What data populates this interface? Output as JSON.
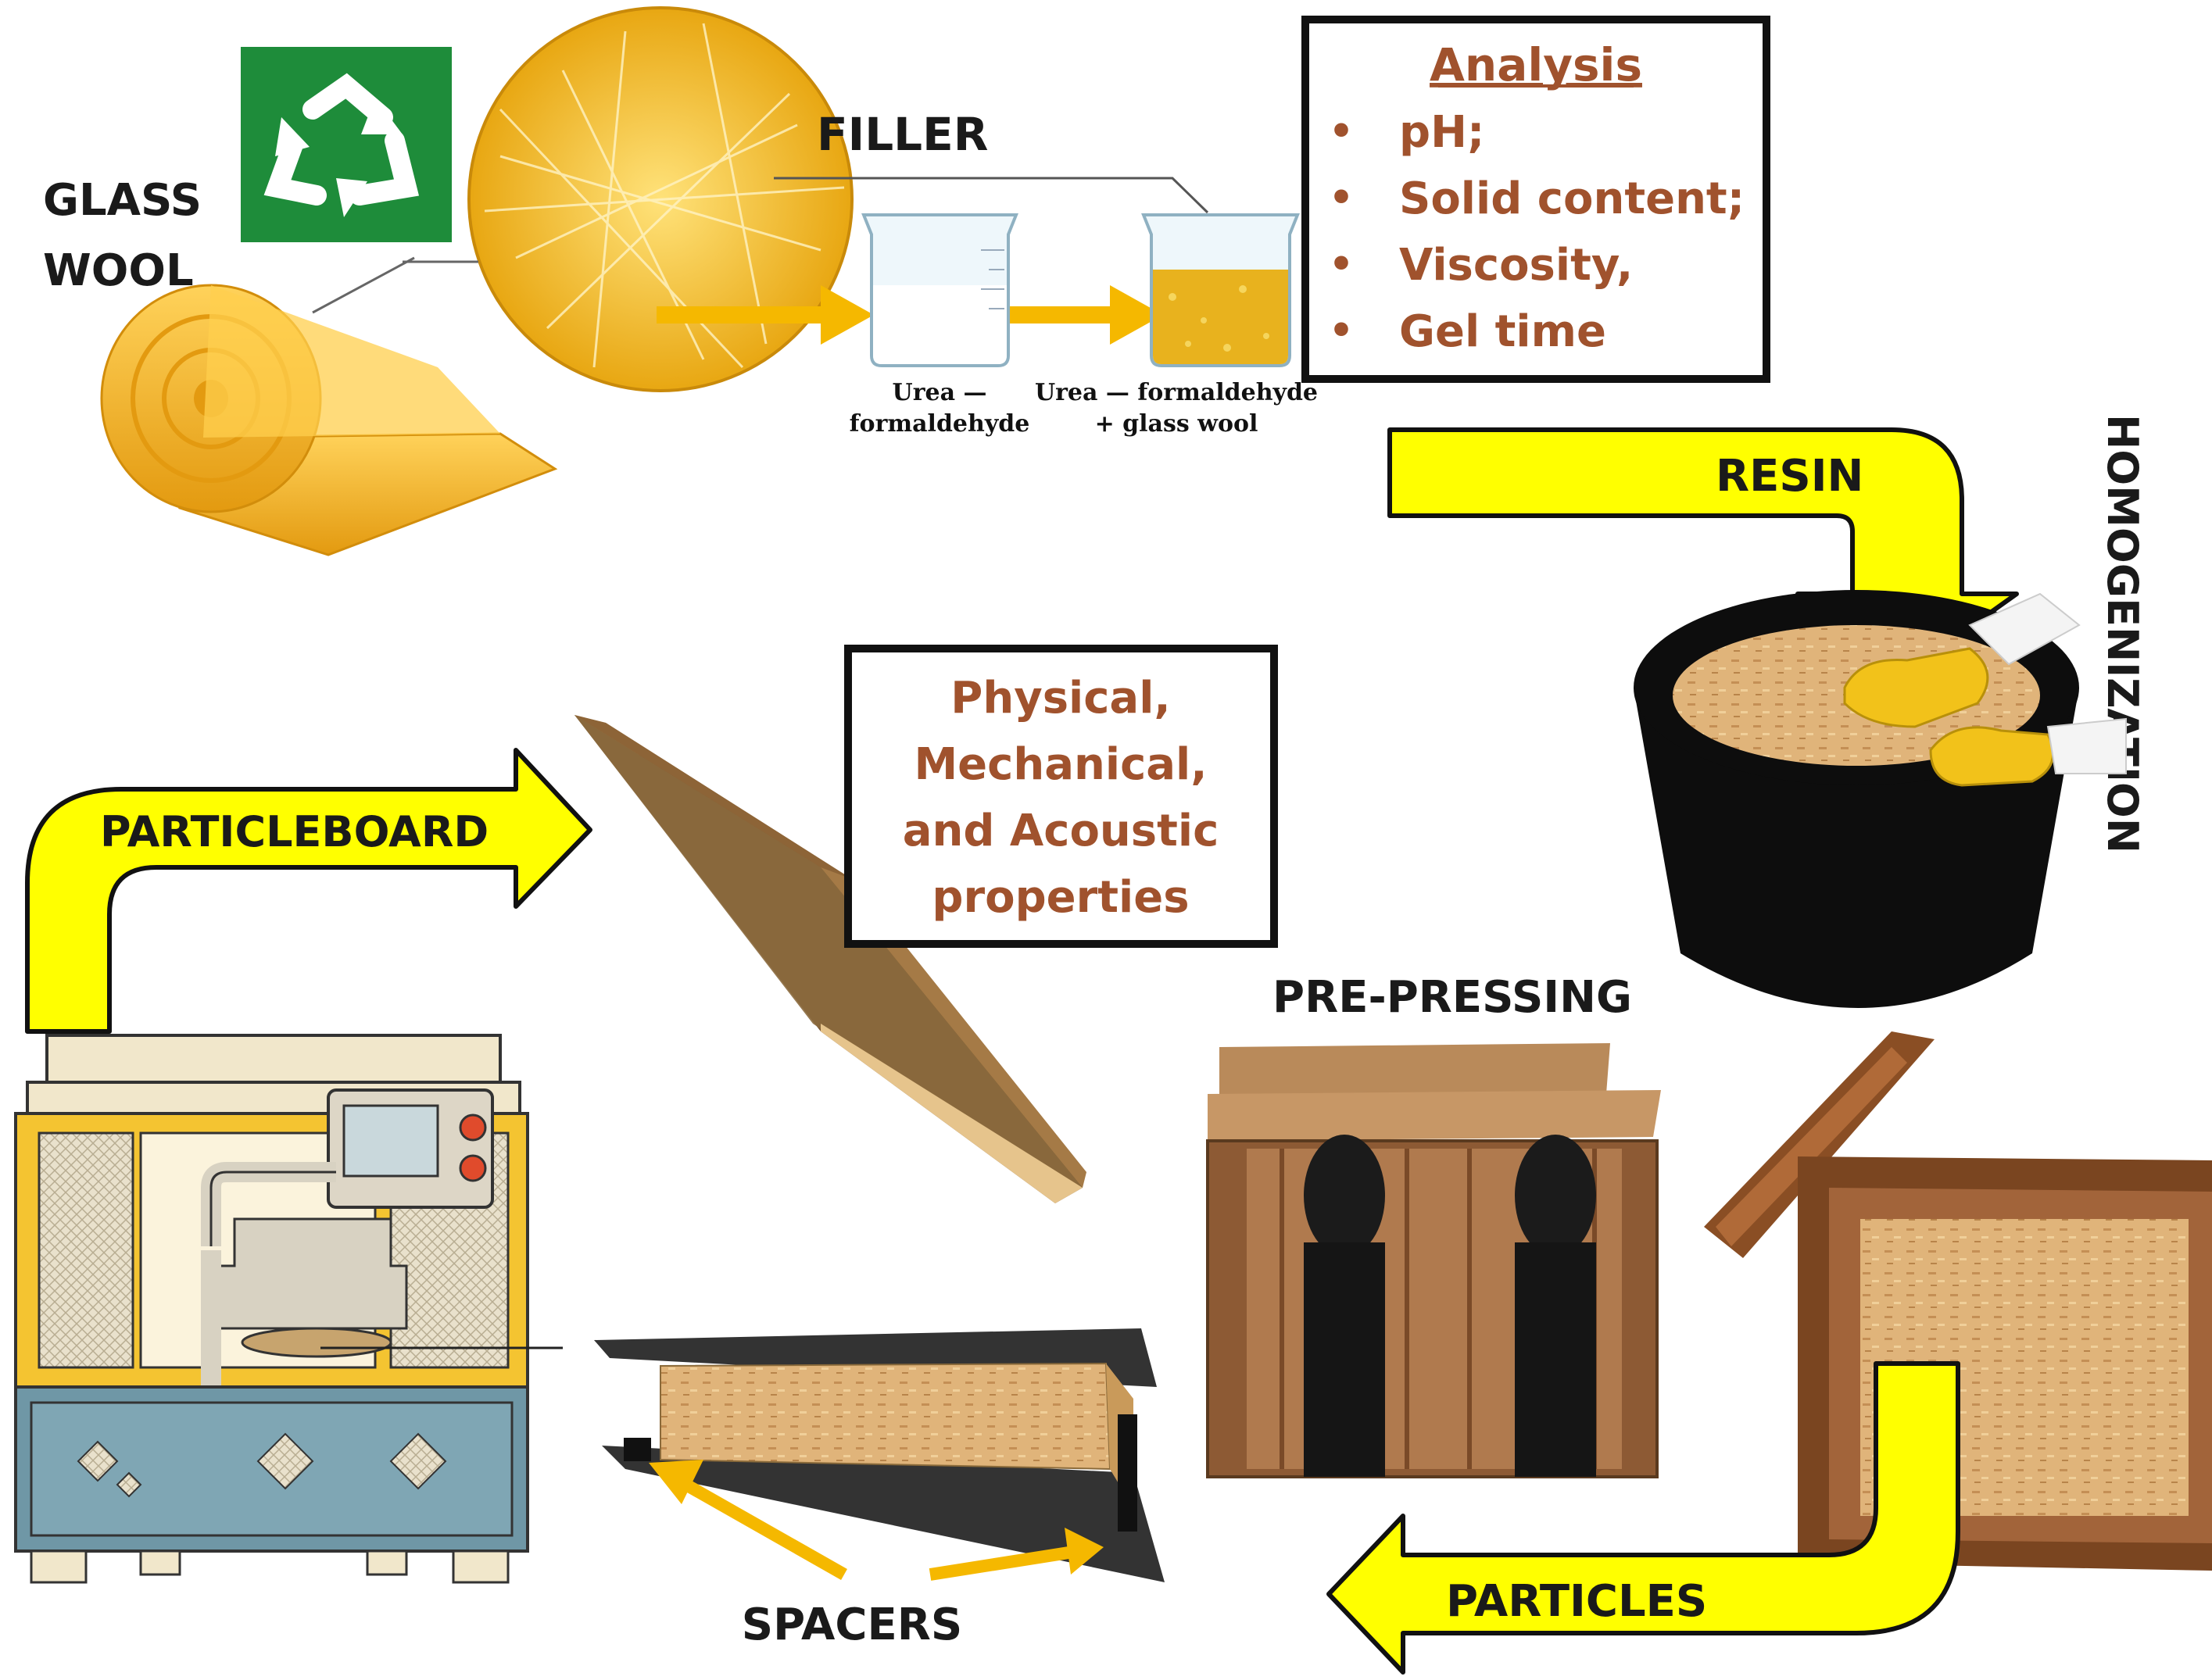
{
  "glass_wool": {
    "line1": "GLASS",
    "line2": "WOOL"
  },
  "filler_label": "FILLER",
  "beaker1_caption": {
    "line1": "Urea —",
    "line2": "formaldehyde"
  },
  "beaker2_caption": {
    "line1": "Urea — formaldehyde",
    "line2": "+ glass wool"
  },
  "analysis": {
    "title": "Analysis",
    "bullet": "•",
    "items": [
      "pH;",
      "Solid content;",
      "Viscosity,",
      "Gel time"
    ]
  },
  "resin_label": "RESIN",
  "homogenization_label": "HOMOGENIZATION",
  "particleboard_label": "PARTICLEBOARD",
  "properties_box": {
    "lines": [
      "Physical,",
      "Mechanical,",
      "and Acoustic",
      "properties"
    ]
  },
  "prepressing_label": "PRE-PRESSING",
  "particles_label": "PARTICLES",
  "spacers_label": "SPACERS",
  "colors": {
    "arrow_yellow": "#ffff00",
    "arrow_orange": "#f5b800",
    "glass_wool": "#f2b01e",
    "recycle_green": "#1e8c3a",
    "analysis_text": "#a0522d",
    "wood": "#a0673a"
  },
  "icons": [
    "recycle-icon"
  ]
}
